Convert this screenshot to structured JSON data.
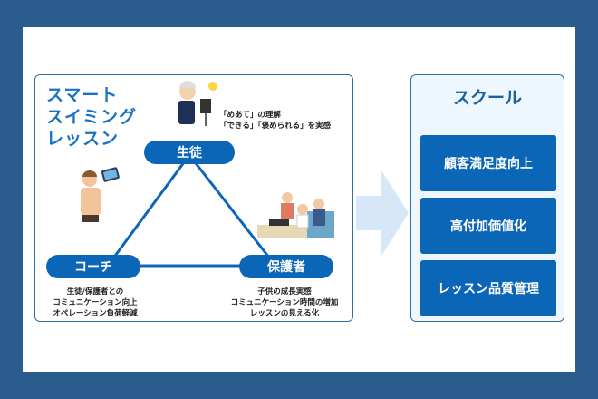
{
  "left_panel": {
    "title_lines": [
      "スマート",
      "スイミング",
      "レッスン"
    ],
    "nodes": {
      "student": {
        "label": "生徒",
        "notes": [
          "「めあて」の理解",
          "「できる」「褒められる」を実感"
        ]
      },
      "coach": {
        "label": "コーチ",
        "notes": [
          "生徒/保護者との",
          "コミュニケーション向上",
          "オペレーション負荷軽減"
        ]
      },
      "guardian": {
        "label": "保護者",
        "notes": [
          "子供の成長実感",
          "コミュニケーション時間の増加",
          "レッスンの見える化"
        ]
      }
    }
  },
  "right_panel": {
    "title": "スクール",
    "items": [
      "顧客満足度向上",
      "高付加価値化",
      "レッスン品質管理"
    ]
  },
  "colors": {
    "primary": "#0c66b8",
    "frame": "#2b5c8e",
    "arrow": "#d6e8f7"
  }
}
